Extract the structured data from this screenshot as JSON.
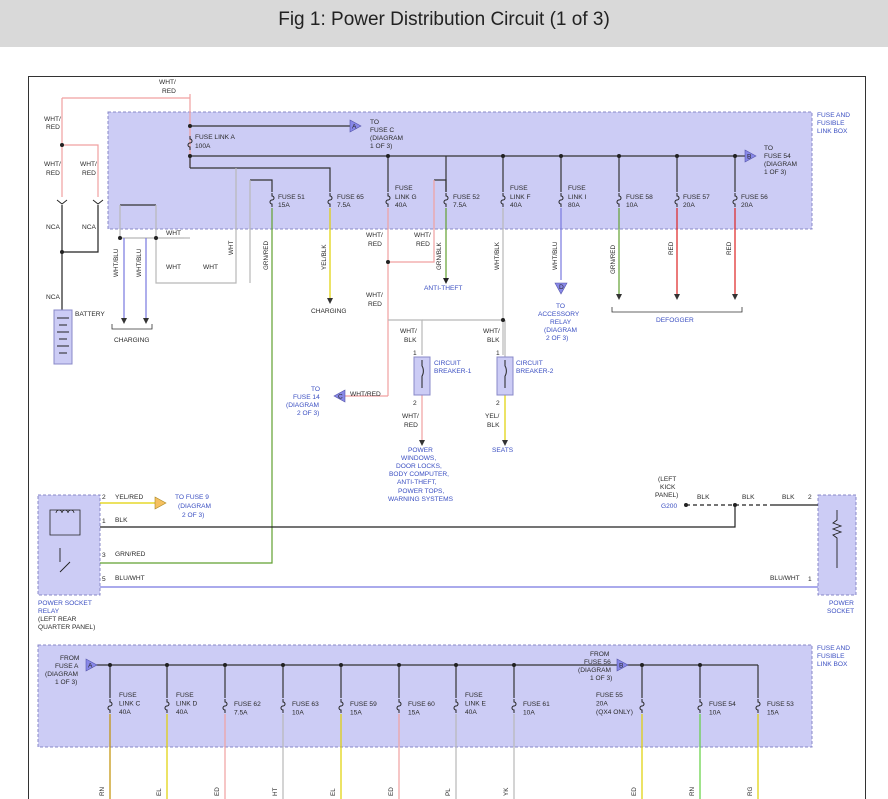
{
  "title": "Fig 1: Power Distribution Circuit (1 of 3)",
  "colors": {
    "box_fill": "#ccccf5",
    "box_border": "#8888c8",
    "wire_wht_red": "#f0a0a0",
    "wire_red": "#dd2222",
    "wire_yel": "#e0d000",
    "wire_grn": "#60a030",
    "wire_blu": "#7878e0",
    "wire_wht": "#b8b8b8",
    "wire_blk": "#222222",
    "connector": "#8888e8"
  },
  "labels": {
    "fuse_box_top": [
      "FUSE AND",
      "FUSIBLE",
      "LINK BOX"
    ],
    "fuse_box_bottom": [
      "FUSE AND",
      "FUSIBLE",
      "LINK BOX"
    ],
    "fuse_link_a": [
      "FUSE LINK A",
      "100A"
    ],
    "to_fuse_c": [
      "TO",
      "FUSE C",
      "(DIAGRAM",
      "1 OF 3)"
    ],
    "to_fuse_54": [
      "TO",
      "FUSE 54",
      "(DIAGRAM",
      "1 OF 3)"
    ],
    "conn_a": "A",
    "conn_b": "B",
    "conn_c": "C",
    "conn_d": "D",
    "fuses_top": [
      [
        "FUSE 51",
        "15A"
      ],
      [
        "FUSE 65",
        "7.5A"
      ],
      [
        "FUSE",
        "LINK G",
        "40A"
      ],
      [
        "FUSE 52",
        "7.5A"
      ],
      [
        "FUSE",
        "LINK F",
        "40A"
      ],
      [
        "FUSE",
        "LINK I",
        "80A"
      ],
      [
        "FUSE 58",
        "10A"
      ],
      [
        "FUSE 57",
        "20A"
      ],
      [
        "FUSE 56",
        "20A"
      ]
    ],
    "wht_red_top": [
      "WHT/",
      "RED"
    ],
    "wht_red_left1": [
      "WHT/",
      "RED"
    ],
    "wht_red_left2": [
      "WHT/",
      "RED"
    ],
    "wht_red_left3": [
      "WHT/",
      "RED"
    ],
    "nca1": "NCA",
    "nca2": "NCA",
    "nca3": "NCA",
    "battery": "BATTERY",
    "wht1": "WHT",
    "wht2": "WHT",
    "wht3": "WHT",
    "wht_v": "WHT",
    "wht_blu_v1": "WHT/BLU",
    "wht_blu_v2": "WHT/BLU",
    "grn_red_v": "GRN/RED",
    "yel_blk_v": "YEL/BLK",
    "grn_blk_v": "GRN/BLK",
    "wht_blk_v": "WHT/BLK",
    "wht_blu_v3": "WHT/BLU",
    "grn_red_v2": "GRN/RED",
    "red_v1": "RED",
    "red_v2": "RED",
    "charging1": "CHARGING",
    "charging2": "CHARGING",
    "anti_theft": "ANTI-THEFT",
    "to_accessory": [
      "TO",
      "ACCESSORY",
      "RELAY",
      "(DIAGRAM",
      "2 OF 3)"
    ],
    "defogger": "DEFOGGER",
    "wht_red_m1": [
      "WHT/",
      "RED"
    ],
    "wht_red_m2": [
      "WHT/",
      "RED"
    ],
    "wht_red_m3": [
      "WHT/",
      "RED"
    ],
    "wht_red_c": "WHT/RED",
    "to_fuse_14": [
      "TO",
      "FUSE 14",
      "(DIAGRAM",
      "2 OF 3)"
    ],
    "wht_blk_cb1": [
      "WHT/",
      "BLK"
    ],
    "wht_blk_cb2": [
      "WHT/",
      "BLK"
    ],
    "cb1": [
      "CIRCUIT",
      "BREAKER-1"
    ],
    "cb2": [
      "CIRCUIT",
      "BREAKER-2"
    ],
    "wht_red_cb": [
      "WHT/",
      "RED"
    ],
    "yel_blk_cb": [
      "YEL/",
      "BLK"
    ],
    "power_windows": [
      "POWER",
      "WINDOWS,",
      "DOOR LOCKS,",
      "BODY COMPUTER,",
      "ANTI-THEFT,",
      "POWER TOPS,",
      "WARNING SYSTEMS"
    ],
    "seats": "SEATS",
    "pin1": "1",
    "pin2": "2",
    "pin3": "3",
    "pin5": "5",
    "yel_red": "YEL/RED",
    "to_fuse_9": [
      "TO FUSE 9",
      "(DIAGRAM",
      "2 OF 3)"
    ],
    "blk": "BLK",
    "grn_red": "GRN/RED",
    "blu_wht": "BLU/WHT",
    "blu_wht_r": "BLU/WHT",
    "left_kick": [
      "(LEFT",
      "KICK",
      "PANEL)"
    ],
    "g200": "G200",
    "blk_r1": "BLK",
    "blk_r2": "BLK",
    "blk_r3": "BLK",
    "power_socket_relay": [
      "POWER SOCKET",
      "RELAY",
      "(LEFT REAR",
      "QUARTER PANEL)"
    ],
    "power_socket": [
      "POWER",
      "SOCKET"
    ],
    "from_fuse_a": [
      "FROM",
      "FUSE A",
      "(DIAGRAM",
      "1 OF 3)"
    ],
    "from_fuse_56": [
      "FROM",
      "FUSE 56",
      "(DIAGRAM",
      "1 OF 3)"
    ],
    "fuses_bottom": [
      [
        "FUSE",
        "LINK C",
        "40A"
      ],
      [
        "FUSE",
        "LINK D",
        "40A"
      ],
      [
        "FUSE 62",
        "7.5A"
      ],
      [
        "FUSE 63",
        "10A"
      ],
      [
        "FUSE 59",
        "15A"
      ],
      [
        "FUSE 60",
        "15A"
      ],
      [
        "FUSE",
        "LINK E",
        "40A"
      ],
      [
        "FUSE 61",
        "10A"
      ],
      [
        "FUSE 55",
        "20A",
        "(QX4 ONLY)"
      ],
      [
        "FUSE 54",
        "10A"
      ],
      [
        "FUSE 53",
        "15A"
      ]
    ],
    "stubs": [
      "RN",
      "EL",
      "ED",
      "HT",
      "EL",
      "ED",
      "PL",
      "YK",
      "ED",
      "RN",
      "RG"
    ]
  }
}
